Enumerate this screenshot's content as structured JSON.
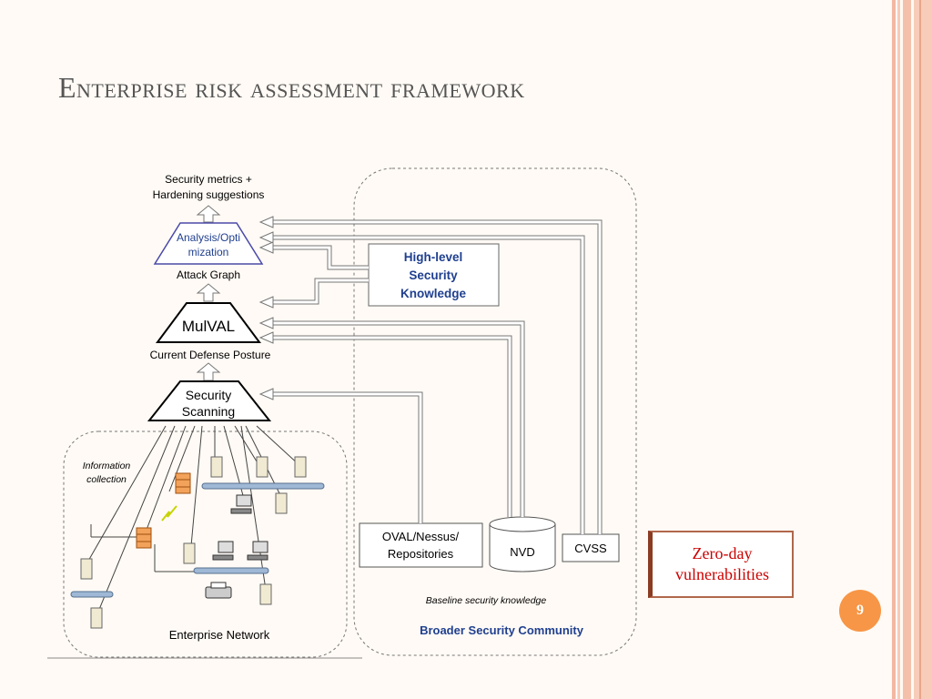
{
  "slide": {
    "title": "Enterprise risk assessment framework",
    "page_number": "9",
    "callout": {
      "line1": "Zero-day",
      "line2": "vulnerabilities"
    }
  },
  "diagram": {
    "output_line1": "Security metrics +",
    "output_line2": "Hardening suggestions",
    "analysis_line1": "Analysis/Opti",
    "analysis_line2": "mization",
    "attack_graph": "Attack Graph",
    "mulval": "MulVAL",
    "defense_posture": "Current Defense Posture",
    "scanning_line1": "Security",
    "scanning_line2": "Scanning",
    "info_line1": "Information",
    "info_line2": "collection",
    "enterprise_network": "Enterprise Network",
    "knowledge_line1": "High-level",
    "knowledge_line2": "Security",
    "knowledge_line3": "Knowledge",
    "oval_line1": "OVAL/Nessus/",
    "oval_line2": "Repositories",
    "nvd": "NVD",
    "cvss": "CVSS",
    "baseline": "Baseline security knowledge",
    "community": "Broader Security Community"
  },
  "colors": {
    "accent": "#f79646",
    "callout_text": "#cc0000",
    "knowledge_text": "#1f3f8f",
    "analysis_stroke": "#4a4aa8"
  }
}
